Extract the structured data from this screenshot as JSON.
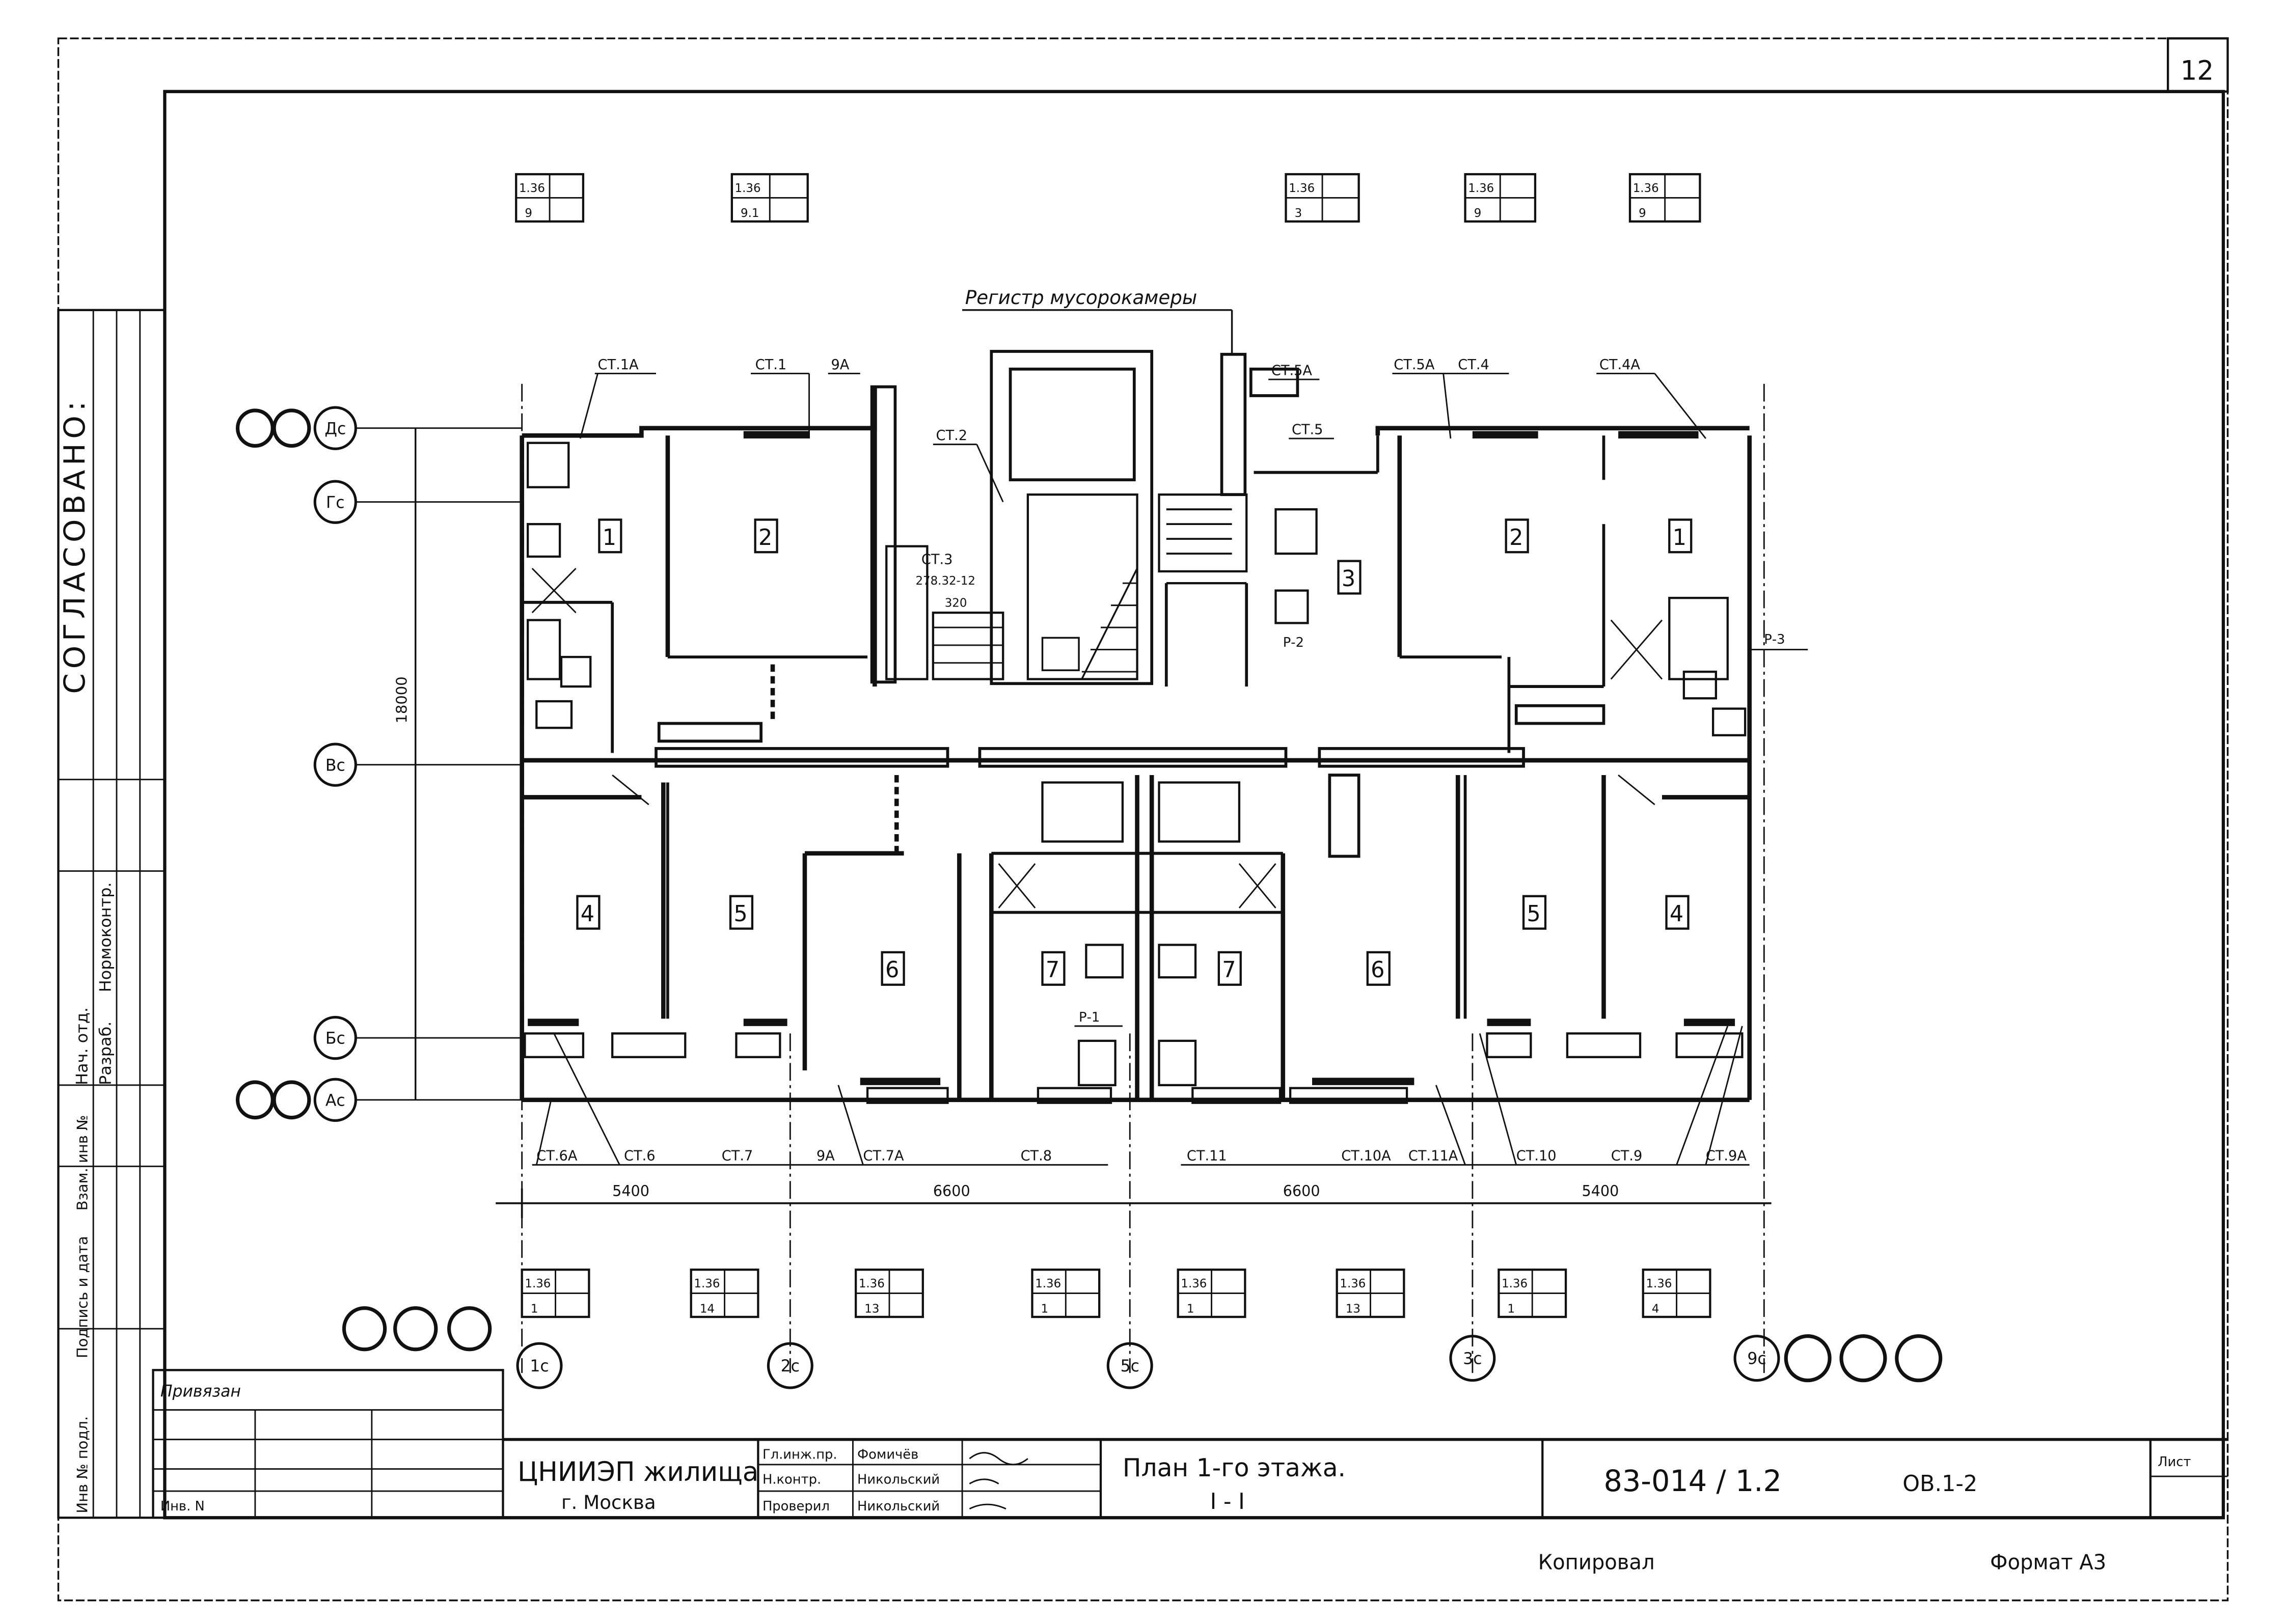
{
  "sheet_number": "12",
  "annotation_top": "Регистр мусорокамеры",
  "registry_label_left": "СОГЛАСОВАНО:",
  "side_stamp_rows": [
    "Нач. отд.",
    "Разраб.",
    "Нормоконтр.",
    "Взам. инв №",
    "Подпись и дата",
    "Инв № подл."
  ],
  "room_labels": [
    "1",
    "2",
    "3",
    "2",
    "1",
    "4",
    "5",
    "6",
    "7",
    "7",
    "6",
    "5",
    "4"
  ],
  "riser_labels": [
    "СТ.1А",
    "СТ.1",
    "9А",
    "СТ.5А",
    "СТ.4",
    "СТ.4А",
    "СТ.5",
    "СТ.3",
    "СТ.2",
    "СТ.6А",
    "СТ.6",
    "СТ.7",
    "9А",
    "СТ.7А",
    "СТ.8",
    "СТ.11",
    "СТ.10А",
    "СТ.11А",
    "СТ.10",
    "СТ.9",
    "СТ.9А"
  ],
  "misc_labels": [
    "Р-3",
    "Р-2",
    "Р-1",
    "278.32-12",
    "320"
  ],
  "dimension_labels": [
    "5400",
    "6600",
    "6600",
    "5400",
    "18000"
  ],
  "axis_labels": [
    "Дс",
    "Гс",
    "Вс",
    "Бс",
    "Ас",
    "1с",
    "2с",
    "5с",
    "3с",
    "9с"
  ],
  "window_marks_top": [
    {
      "top": "1.36",
      "bottom": "9"
    },
    {
      "top": "1.36",
      "bottom": "9.1"
    },
    {
      "top": "1.36",
      "bottom": "3"
    },
    {
      "top": "1.36",
      "bottom": "9"
    },
    {
      "top": "1.36",
      "bottom": "9"
    }
  ],
  "window_marks_bottom": [
    {
      "top": "1.36",
      "bottom": "1"
    },
    {
      "top": "1.36",
      "bottom": "14"
    },
    {
      "top": "1.36",
      "bottom": "13"
    },
    {
      "top": "1.36",
      "bottom": "1"
    },
    {
      "top": "1.36",
      "bottom": "1"
    },
    {
      "top": "1.36",
      "bottom": "13"
    },
    {
      "top": "1.36",
      "bottom": "1"
    },
    {
      "top": "1.36",
      "bottom": "4"
    }
  ],
  "title_block": {
    "privyazka": "Привязан",
    "inv_no": "Инв. N",
    "organization": "ЦНИИЭП жилища",
    "city": "г. Москва",
    "roles": [
      "Гл.инж.пр.",
      "Н.контр.",
      "Проверил"
    ],
    "names": [
      "Фомичёв",
      "Никольский",
      "Никольский"
    ],
    "drawing_title": "План 1-го этажа.",
    "drawing_subtitle": "I - I",
    "project_code": "83-014 / 1.2",
    "sheet_code": "ОВ.1-2",
    "stamp_small": "Лист"
  },
  "footer": {
    "copied": "Копировал",
    "format": "Формат А3"
  }
}
